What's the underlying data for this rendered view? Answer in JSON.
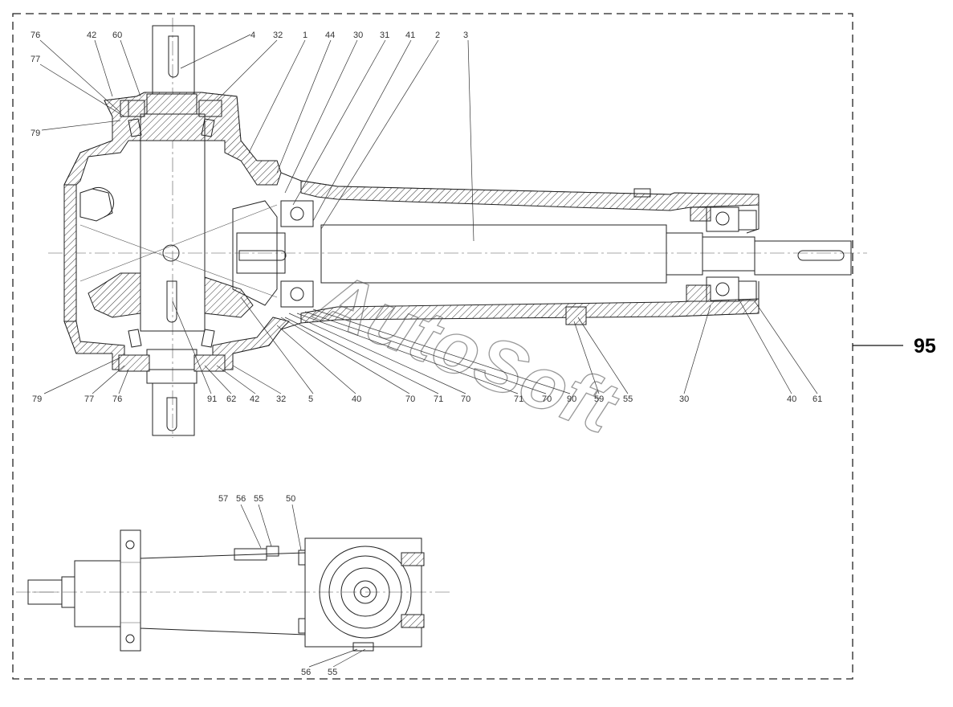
{
  "assembly": {
    "callout_number": "95",
    "watermark": "AutoSoft"
  },
  "top_view": {
    "part_labels_top": [
      "76",
      "42",
      "60",
      "4",
      "32",
      "1",
      "44",
      "30",
      "31",
      "41",
      "2",
      "3"
    ],
    "part_labels_left": [
      "77",
      "79"
    ],
    "part_labels_bottom": [
      "79",
      "77",
      "76",
      "91",
      "62",
      "42",
      "32",
      "5",
      "40",
      "70",
      "71",
      "70",
      "71",
      "70",
      "90",
      "59",
      "55",
      "30",
      "40",
      "61"
    ]
  },
  "bottom_view": {
    "part_labels_top": [
      "57",
      "56",
      "55",
      "50"
    ],
    "part_labels_bottom": [
      "56",
      "55"
    ]
  }
}
